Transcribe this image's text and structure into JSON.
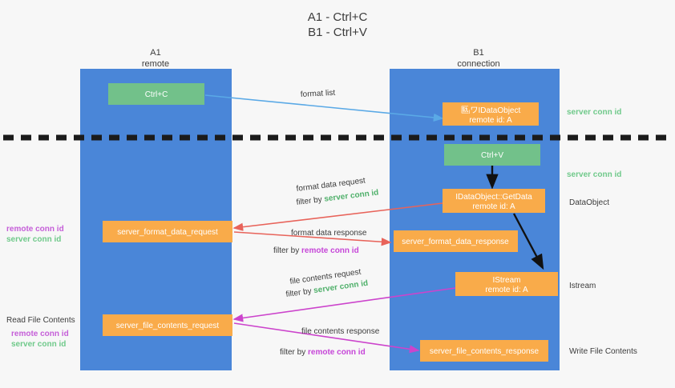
{
  "title": {
    "line1": "A1 - Ctrl+C",
    "line2": "B1 - Ctrl+V"
  },
  "lanes": [
    {
      "name": "A1",
      "role": "remote"
    },
    {
      "name": "B1",
      "role": "connection"
    }
  ],
  "colors": {
    "lane": "#4a86d8",
    "orange_box": "#f9ab4a",
    "green_box": "#72c18a",
    "server_conn_id": "#4fb06a",
    "remote_conn_id": "#c646d8",
    "arrow_blue": "#5aa9e6",
    "arrow_red": "#e8635a",
    "arrow_magenta": "#cc44cc",
    "arrow_black": "#111111",
    "background": "#f7f7f7"
  },
  "boxes": {
    "ctrl_c": "Ctrl+C",
    "ctrl_v": "Ctrl+V",
    "idataobject_top_l1": "匦ⱼワIDataObject",
    "idataobject_top_l2": "remote id: A",
    "getdata_l1": "IDataObject::GetData",
    "getdata_l2": "remote id: A",
    "istream_l1": "IStream",
    "istream_l2": "remote id: A",
    "server_format_data_request": "server_format_data_request",
    "server_format_data_response": "server_format_data_response",
    "server_file_contents_request": "server_file_contents_request",
    "server_file_contents_response": "server_file_contents_response"
  },
  "messages": {
    "format_list": "format list",
    "format_data_request": "format data request",
    "format_data_request_filter_prefix": "filter by ",
    "format_data_request_filter_value": "server conn id",
    "format_data_response": "format data response",
    "format_data_response_filter_prefix": "filter by ",
    "format_data_response_filter_value": "remote conn id",
    "file_contents_request": "file contents request",
    "file_contents_request_filter_prefix": "filter by ",
    "file_contents_request_filter_value": "server conn id",
    "file_contents_response": "file contents response",
    "file_contents_response_filter_prefix": "filter by ",
    "file_contents_response_filter_value": "remote conn id"
  },
  "right_labels": {
    "server_conn_id_top": "server conn id",
    "server_conn_id_mid": "server conn id",
    "dataobject": "DataObject",
    "istream": "Istream",
    "write_file_contents": "Write File Contents"
  },
  "left_labels": {
    "remote_conn_id_mid": "remote conn id",
    "server_conn_id_mid": "server conn id",
    "read_file_contents": "Read File Contents",
    "remote_conn_id_low": "remote conn id",
    "server_conn_id_low": "server conn id"
  }
}
